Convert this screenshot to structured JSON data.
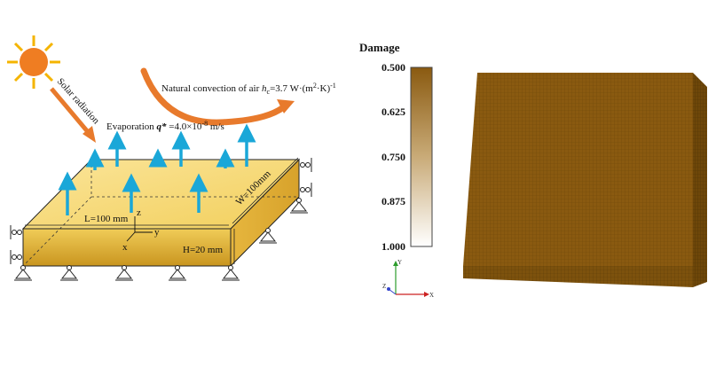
{
  "schematic": {
    "solar_label": "Solar radiation",
    "convection_prefix": "Natural convection of air ",
    "convection_h": "h",
    "convection_sub": "c",
    "convection_value": "=3.7 W·(m",
    "convection_sup2": "2",
    "convection_mid": "·K)",
    "convection_sup_neg1": "-1",
    "evaporation_label": "Evaporation ",
    "evaporation_q": "q*",
    "evaporation_value": " =4.0×10",
    "evaporation_exp": "-8",
    "evaporation_unit": " m/s",
    "length_label": "L=100 mm",
    "width_label": "W=100mm",
    "height_label": "H=20 mm",
    "axis_z": "z",
    "axis_y": "y",
    "axis_x": "x",
    "colors": {
      "slab_top": "#f7d766",
      "slab_front": "#d9a62c",
      "arrow_blue": "#1aa7d8",
      "sun": "#ef7d22",
      "sun_rays": "#f4b400",
      "orange_arrow": "#e87a2c"
    }
  },
  "legend": {
    "title": "Damage",
    "ticks": [
      "0.500",
      "0.625",
      "0.750",
      "0.875",
      "1.000"
    ],
    "color_top": "#8a5a10",
    "color_bottom": "#ffffff",
    "triad": {
      "y": "Y",
      "x": "X",
      "z": "Z"
    }
  },
  "mesh_block": {
    "top_color": "#8a5a10",
    "front_color": "#7d520d",
    "side_color": "#6e4709"
  }
}
